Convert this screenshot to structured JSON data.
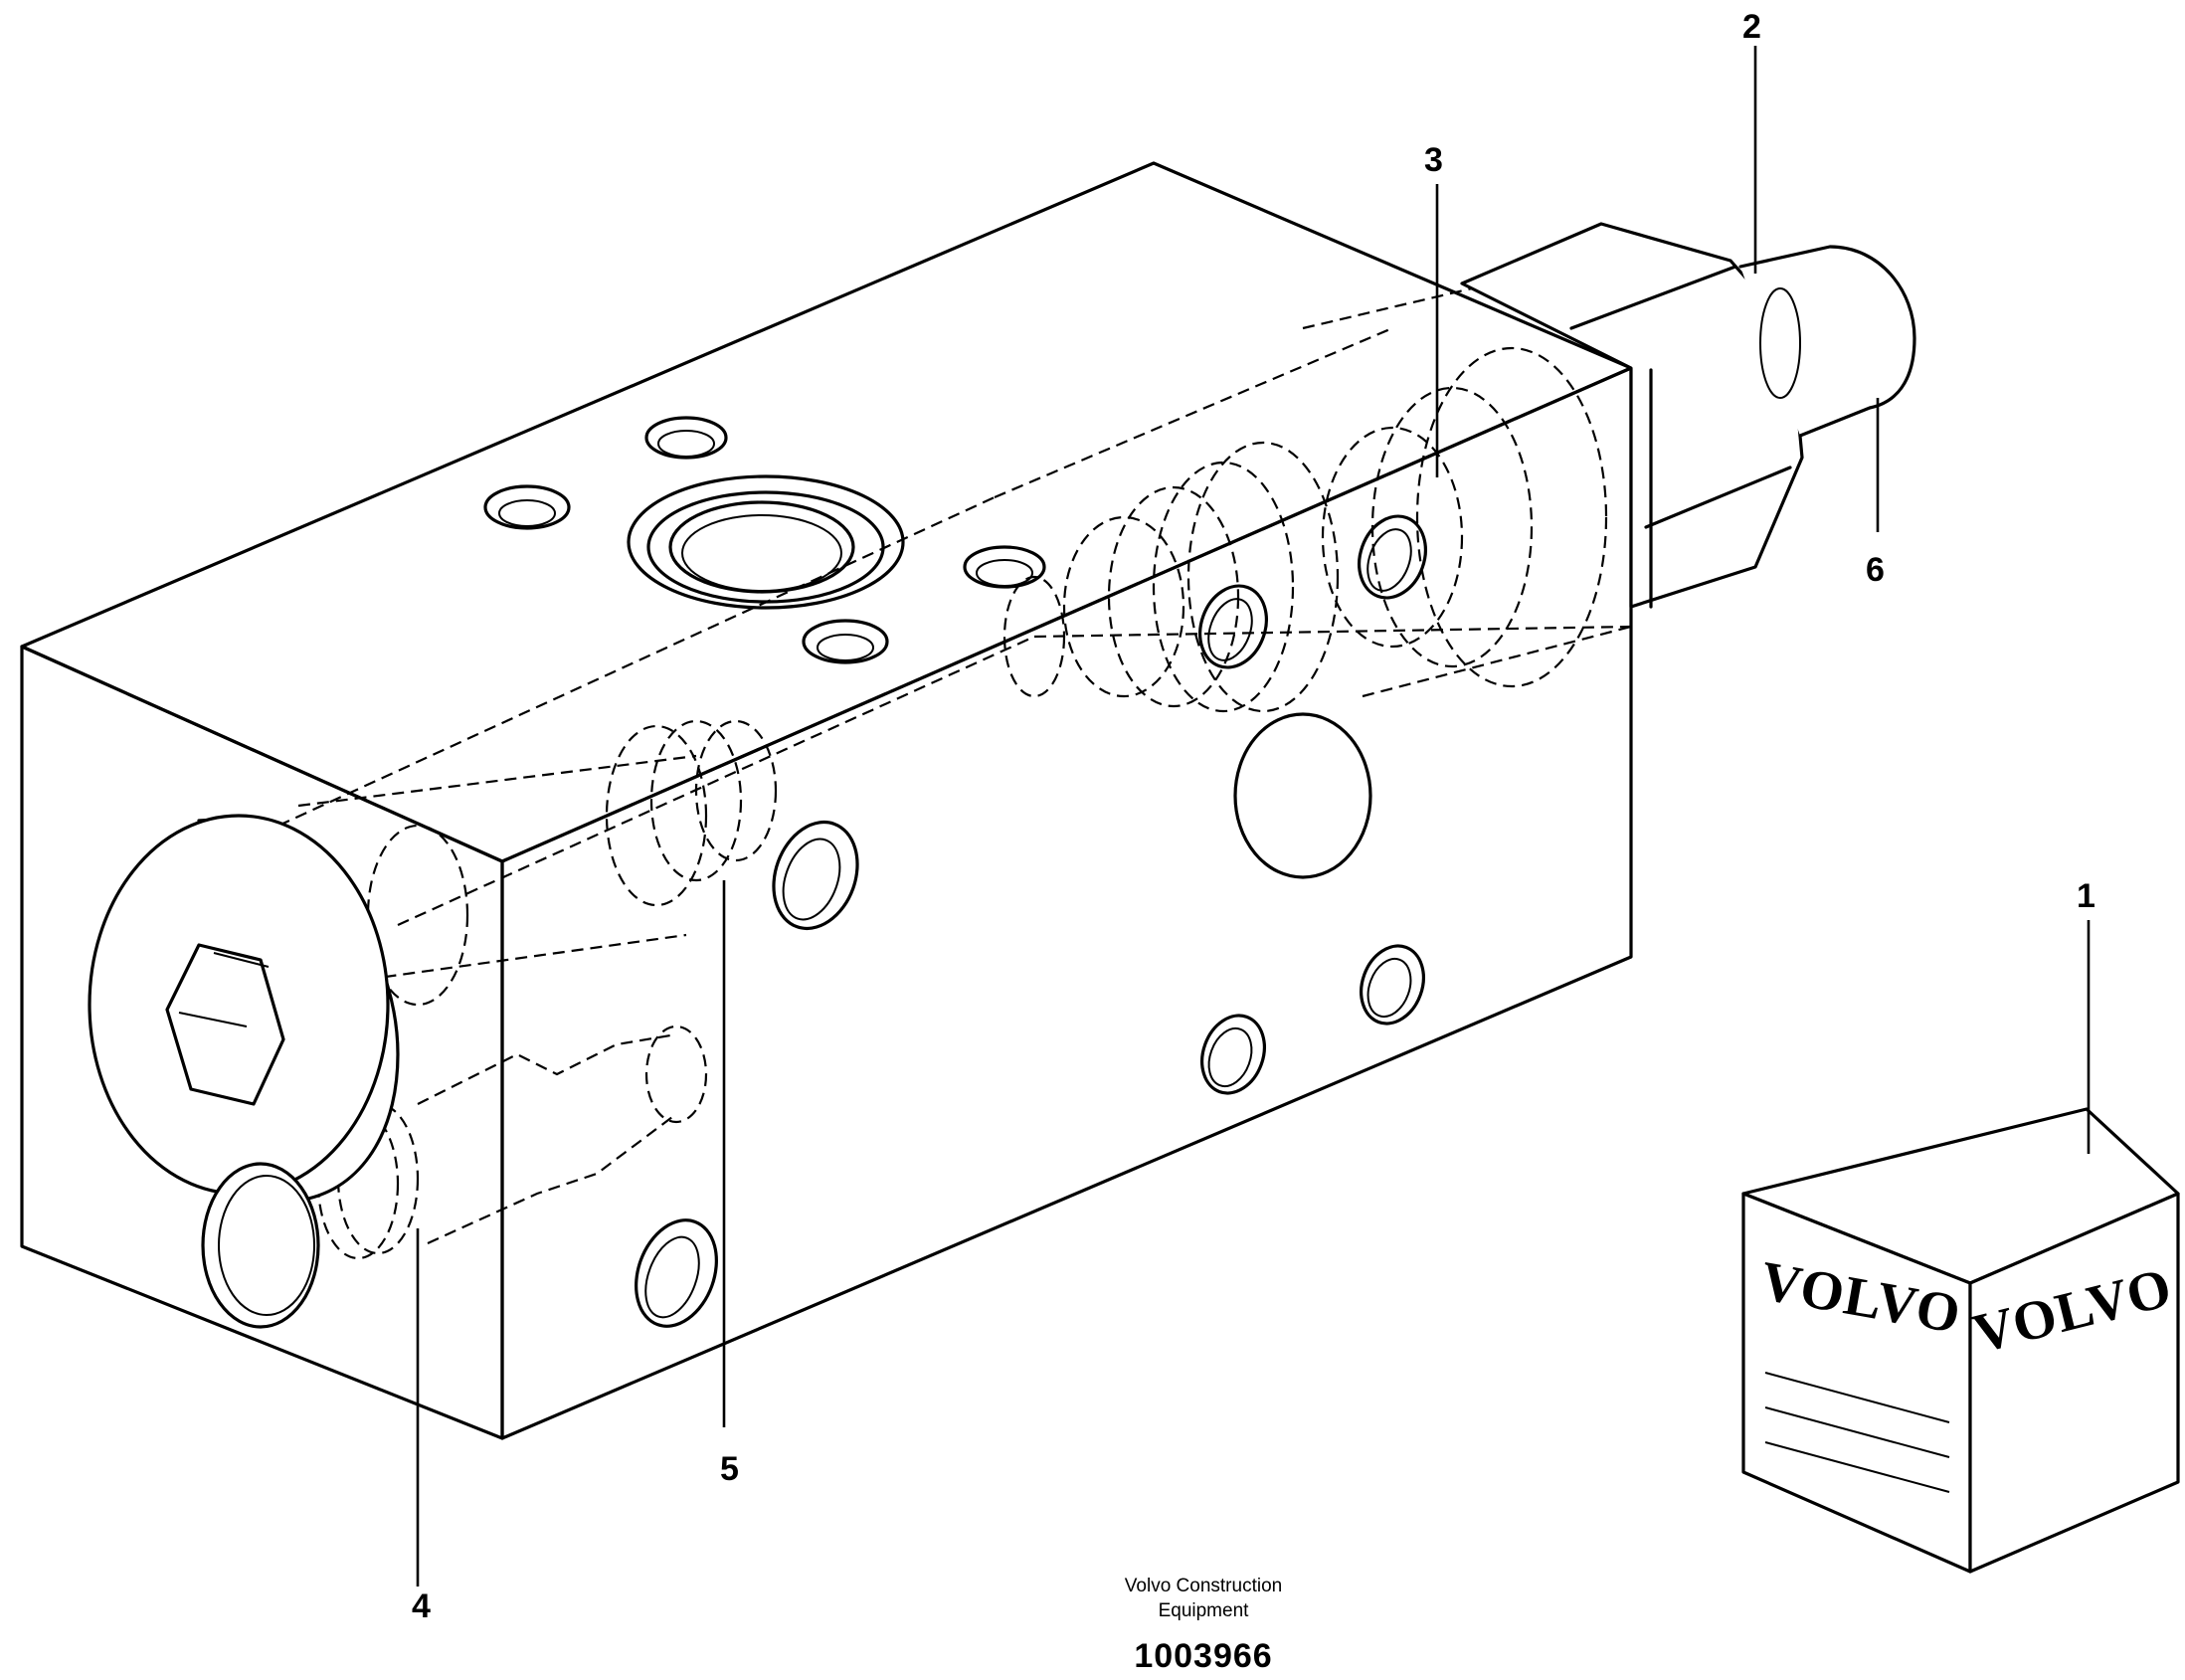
{
  "callouts": {
    "c1": "1",
    "c2": "2",
    "c3": "3",
    "c4": "4",
    "c5": "5",
    "c6": "6"
  },
  "kit_box": {
    "brand_left": "VOLVO",
    "brand_right": "VOLVO"
  },
  "footer": {
    "company": "Volvo Construction Equipment",
    "drawing_number": "1003966"
  }
}
